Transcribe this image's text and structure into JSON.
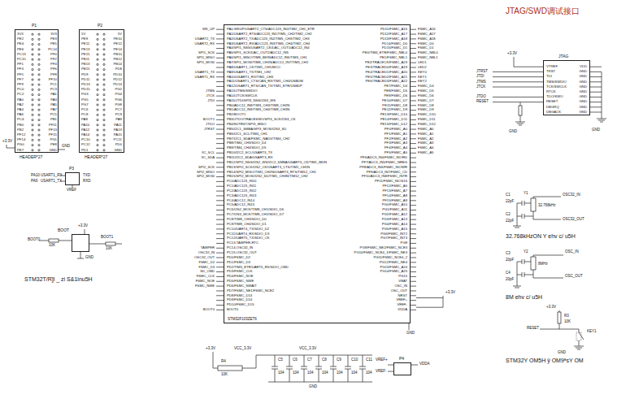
{
  "diagram": {
    "nodes": [
      {
        "text": [
          "P1",
          "HEADER*27"
        ]
      },
      {
        "text": [
          "P2",
          "HEADER*27"
        ]
      },
      {
        "text": [
          "P3"
        ]
      },
      {
        "text": [
          "BOOT"
        ]
      },
      {
        "text": [
          "STM32F103ZET6"
        ]
      },
      {
        "text": [
          "JTAG"
        ]
      },
      {
        "text": [
          "P4"
        ]
      }
    ],
    "labels": [
      "3V3",
      "PE2",
      "PE4",
      "PE6",
      "PC13",
      "PC15",
      "PF1",
      "PF3",
      "PF5",
      "PF7",
      "PF9",
      "PC0",
      "PC2",
      "PA0",
      "PA2",
      "PA4",
      "PA6",
      "PC4",
      "PB0",
      "PB2",
      "PF12",
      "PF14",
      "PG0",
      "PE7",
      "3V3",
      "PE3",
      "PE5",
      "PC14",
      "PF0",
      "PF2",
      "PF4",
      "PF6",
      "PF8",
      "PF10",
      "PC1",
      "PC3",
      "PA1",
      "PA3",
      "PA5",
      "PA7",
      "PC5",
      "PB1",
      "PF11",
      "PF13",
      "PF15",
      "PG1",
      "PE8",
      "GND",
      "5V",
      "PE9",
      "PE11",
      "PE13",
      "PE15",
      "PB11",
      "PB13",
      "PB15",
      "PD9",
      "PD11",
      "PD13",
      "PD15",
      "PG3",
      "PG5",
      "PG7",
      "PC6",
      "PC8",
      "PA8",
      "PA10",
      "PA12",
      "PA14",
      "PC10",
      "PC12",
      "PD1",
      "5V",
      "PE10",
      "PE12",
      "PE14",
      "PB10",
      "PB12",
      "PB14",
      "PD8",
      "PD10",
      "PD12",
      "PD14",
      "PG2",
      "PG4",
      "PG6",
      "PG8",
      "PC7",
      "PC9",
      "PA9",
      "PA11",
      "PA13",
      "PA15",
      "PC11",
      "PD0",
      "GND",
      "PA0-WKUP/USART2_CTS/ADC123_IN0/TIM2_CH1_ETR",
      "PA1/USART2_RTS/ADC123_IN1/TIM5_CH2/TIM2_CH2",
      "PA2/USART2_TX/ADC123_IN2/TIM5_CH3/TIM2_CH3",
      "PA3/USART2_RX/ADC123_IN3/TIM5_CH4/TIM2_CH4",
      "PA4/SPI1_NSS/USART2_CK/DAC_OUT1/ADC12_IN4",
      "PA5/SPI1_SCK/DAC_OUT2/ADC12_IN5",
      "PA6/SPI1_MISO/TIM8_BKIN/ADC12_IN6/TIM3_CH1",
      "PA7/SPI1_MOSI/TIM8_CH1N/ADC12_IN7/TIM3_CH2",
      "PA8/USART1_CK/TIM1_CH1/MCO",
      "PA9/USART1_TX/TIM1_CH2",
      "PA10/USART1_RX/TIM1_CH3",
      "PA11/USART1_CTS/CAN_RX/TIM1_CH4/USBDM",
      "PA12/USART1_RTS/CAN_TX/TIM1_ETR/USBDP",
      "PA13/JTMS/SWDIO",
      "PA14/JTCK/SWCLK",
      "PA15/JTDI/SPI3_NSS/I2S3_WS",
      "PB0/ADC12_IN8/TIM3_CH3/TIM8_CH2N",
      "PB1/ADC12_IN9/TIM3_CH4/TIM8_CH3N",
      "PB2/BOOT1",
      "PB3/JTDO/TRACESWO/SPI3_SCK/I2S3_CK",
      "PB4/NJTRST/SPI3_MISO",
      "PB5/I2C1_SMBA/SPI3_MOSI/I2S3_SD",
      "PB6/I2C1_SCL/TIM4_CH1",
      "PB7/I2C1_SDA/FSMC_NADV/TIM4_CH2",
      "PB8/TIM4_CH3/SDIO_D4",
      "PB9/TIM4_CH4/SDIO_D5",
      "PB10/I2C2_SCL/USART3_TX",
      "PB11/I2C2_SDA/USART3_RX",
      "PB12/SPI2_NSS/I2S2_WS/I2C2_SMBA/USART3_CK/TIM1_BKIN",
      "PB13/SPI2_SCK/I2S2_CK/USART3_CTS/TIM1_CH1N",
      "PB14/SPI2_MISO/TIM1_CH2N/USART3_RTS/TIM12_CH1",
      "PB15/SPI2_MOSI/I2S2_SD/TIM1_CH3N/TIM12_CH2",
      "PC0/ADC123_IN10",
      "PC1/ADC123_IN11",
      "PC2/ADC123_IN12",
      "PC3/ADC123_IN13",
      "PC4/ADC12_IN14",
      "PC5/ADC12_IN15",
      "PC6/I2S2_MCK/TIM8_CH1/SDIO_D6",
      "PC7/I2S3_MCK/TIM8_CH2/SDIO_D7",
      "PC8/TIM8_CH3/SDIO_D0",
      "PC9/TIM8_CH4/SDIO_D1",
      "PC10/UART4_TX/SDIO_D2",
      "PC11/UART4_RX/SDIO_D3",
      "PC12/UART5_TX/SDIO_CK",
      "PC13-TAMPER-RTC",
      "PC14-OSC32_IN",
      "PC15-OSC32_OUT",
      "PD0/FSMC_D2",
      "PD1/FSMC_D3",
      "PD2/TIM3_ETR/UART5_RX/SDIO_CMD",
      "PD3/FSMC_CLK",
      "PD4/FSMC_NOE",
      "PD5/FSMC_NWE",
      "PD6/FSMC_NWAIT",
      "PD7/FSMC_NE1/FSMC_NCE2",
      "PD8/FSMC_D13",
      "PD9/FSMC_D14",
      "PD10/FSMC_D15",
      "BOOT0",
      "PD11/FSMC_A16",
      "PD12/FSMC_A17",
      "PD13/FSMC_A18",
      "PD14/FSMC_D0",
      "PD15/FSMC_D1",
      "PE0/TIM4_ETR/FSMC_NBL0",
      "PE1/FSMC_NBL1",
      "PE2/TRACECK/FSMC_A23",
      "PE3/TRACED0/FSMC_A19",
      "PE4/TRACED1/FSMC_A20",
      "PE5/TRACED2/FSMC_A21",
      "PE6/TRACED3/FSMC_A22",
      "PE7/FSMC_D4",
      "PE8/FSMC_D5",
      "PE9/FSMC_D6",
      "PE10/FSMC_D7",
      "PE11/FSMC_D8",
      "PE12/FSMC_D9",
      "PE13/FSMC_D10",
      "PE14/FSMC_D11",
      "PE15/FSMC_D12",
      "PF0/FSMC_A0",
      "PF1/FSMC_A1",
      "PF2/FSMC_A2",
      "PF3/FSMC_A3",
      "PF4/FSMC_A4",
      "PF5/FSMC_A5",
      "PF6/ADC3_IN4/FSMC_NIORD",
      "PF7/ADC3_IN5/FSMC_NREG",
      "PF8/ADC3_IN6/FSMC_NIOWR",
      "PF9/ADC3_IN7/FSMC_CD",
      "PF10/ADC3_IN8/FSMC_INTR",
      "PF11/FSMC_NIOS16",
      "PF12/FSMC_A6",
      "PF13/FSMC_A7",
      "PF14/FSMC_A8",
      "PF15/FSMC_A9",
      "PG0/FSMC_A10",
      "PG1/FSMC_A11",
      "PG2/FSMC_A12",
      "PG3/FSMC_A13",
      "PG4/FSMC_A14",
      "PG5/FSMC_A15",
      "PG6/FSMC_INT2",
      "PG7/FSMC_INT3",
      "PG8",
      "PG9/FSMC_NE2/FSMC_NCE3",
      "PG10/FSMC_NCE4_1/FSMC_NE3",
      "PG11/FSMC_NCE4_2",
      "PG12/FSMC_NE4",
      "PG13/FSMC_A24",
      "PG14/FSMC_A25",
      "PG15",
      "VBAT",
      "OSC_IN",
      "OSC_OUT",
      "NRST",
      "VREF+",
      "VREF-",
      "VDDA",
      "WK_UP",
      "USART2_TX",
      "USART2_RX",
      "SPI1_SCK",
      "SPI1_MISO",
      "SPI1_MOSI",
      "USART1_TX",
      "USART1_RX",
      "JTMS",
      "JTCK",
      "JTDI",
      "BOOT1",
      "JTDO",
      "JTRST",
      "IIC_SCL",
      "IIC_SDA",
      "SPI2_SCK",
      "SPI2_MISO",
      "SPI2_MOSI",
      "TAMPER",
      "OSC32_IN",
      "OSC32_OUT",
      "FSMC_D2",
      "FSMC_D3",
      "SD_CMD",
      "FSMC_CLK",
      "FSMC_NOE",
      "FSMC_NWE",
      "BOOT0",
      "FSMC_A16",
      "FSMC_A17",
      "FSMC_A18",
      "FSMC_D0",
      "FSMC_D1",
      "FSMC_NBL0",
      "FSMC_NBL1",
      "LED1",
      "LED2",
      "KEY0",
      "KEY1",
      "KEY2",
      "FSMC_D4",
      "FSMC_D5",
      "FSMC_D6",
      "FSMC_D7",
      "FSMC_D8",
      "FSMC_D9",
      "FSMC_D10",
      "FSMC_D11",
      "FSMC_D12",
      "FSMC_A0",
      "FSMC_A1",
      "FSMC_A2",
      "FSMC_A3",
      "FSMC_A4",
      "FSMC_A5",
      "VTREF",
      "TRST",
      "TDI",
      "TMS/SWDIO",
      "TCK/SWCLK",
      "RTCK",
      "TDO/SWO",
      "RESET",
      "DBGRQ",
      "DBGACK",
      "VDD",
      "GND",
      "GND",
      "GND",
      "GND",
      "GND",
      "GND",
      "GND",
      "GND",
      "GND",
      "C5",
      "C6",
      "C7",
      "C8",
      "C9",
      "C10",
      "C11",
      "104",
      "104",
      "104",
      "104",
      "104",
      "104",
      "104",
      "JTAG/SWD调试接口",
      "JTRST",
      "JTDI",
      "JTMS",
      "JTCK",
      "JTDO",
      "RESET",
      "+3.3V",
      "GND",
      "GND",
      "PA10",
      "USART1_RX",
      "PA9",
      "USART1_TX",
      "TXD",
      "RXD",
      "VREF",
      "+3.3V",
      "BOOT0",
      "10K",
      "BOOT1",
      "10K",
      "GND",
      "STM32T/R]l _ zi S&1inu5H",
      "+3.3V",
      "GND",
      "C1",
      "22pF",
      "C2",
      "22pF",
      "Y1",
      "32.768kHz",
      "OSC32_IN",
      "OSC32_OUT",
      "32.768kHzON Y ehv c/ u5H",
      "C3",
      "20pF",
      "C4",
      "20pF",
      "Y2",
      "8MHz",
      "OSC_IN",
      "OSC_OUT",
      "8M ehv c/ u5H",
      "+3.3V",
      "R3",
      "10K",
      "RESET",
      "KEY1",
      "GND",
      "STM32Y OM5H ÿ OM9ªsY OM",
      "+3.3V",
      "VCC_3.3V",
      "R4",
      "10K",
      "VCC_3.3V",
      "GND",
      "VREF+",
      "VREF-",
      "VDDA",
      "+3.3V",
      "GND"
    ]
  }
}
